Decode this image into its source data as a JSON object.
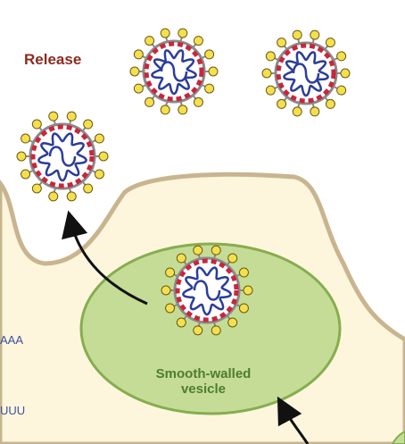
{
  "labels": {
    "release": "Release",
    "vesicle_line1": "Smooth-walled",
    "vesicle_line2": "vesicle"
  },
  "sequence_fragments": {
    "poly_a": "AAA",
    "poly_u": "UUU"
  },
  "colors": {
    "cytoplasm": "#fdf6dd",
    "membrane": "#c8b58f",
    "vesicle_fill": "#c5dc96",
    "vesicle_edge": "#86ad4f",
    "vesicle_text": "#4e7d2d",
    "release_text": "#8c2a1e",
    "virus_spike": "#f4e04d",
    "virus_matrix": "#c8263b",
    "virus_envelope": "#8a8a8a",
    "virus_genome": "#2b3d9a",
    "arrow": "#111111"
  },
  "virions": [
    {
      "location": "released"
    },
    {
      "location": "released"
    },
    {
      "location": "released"
    },
    {
      "location": "inside-vesicle"
    }
  ],
  "icons": [
    "virion-icon",
    "arrow-icon"
  ]
}
